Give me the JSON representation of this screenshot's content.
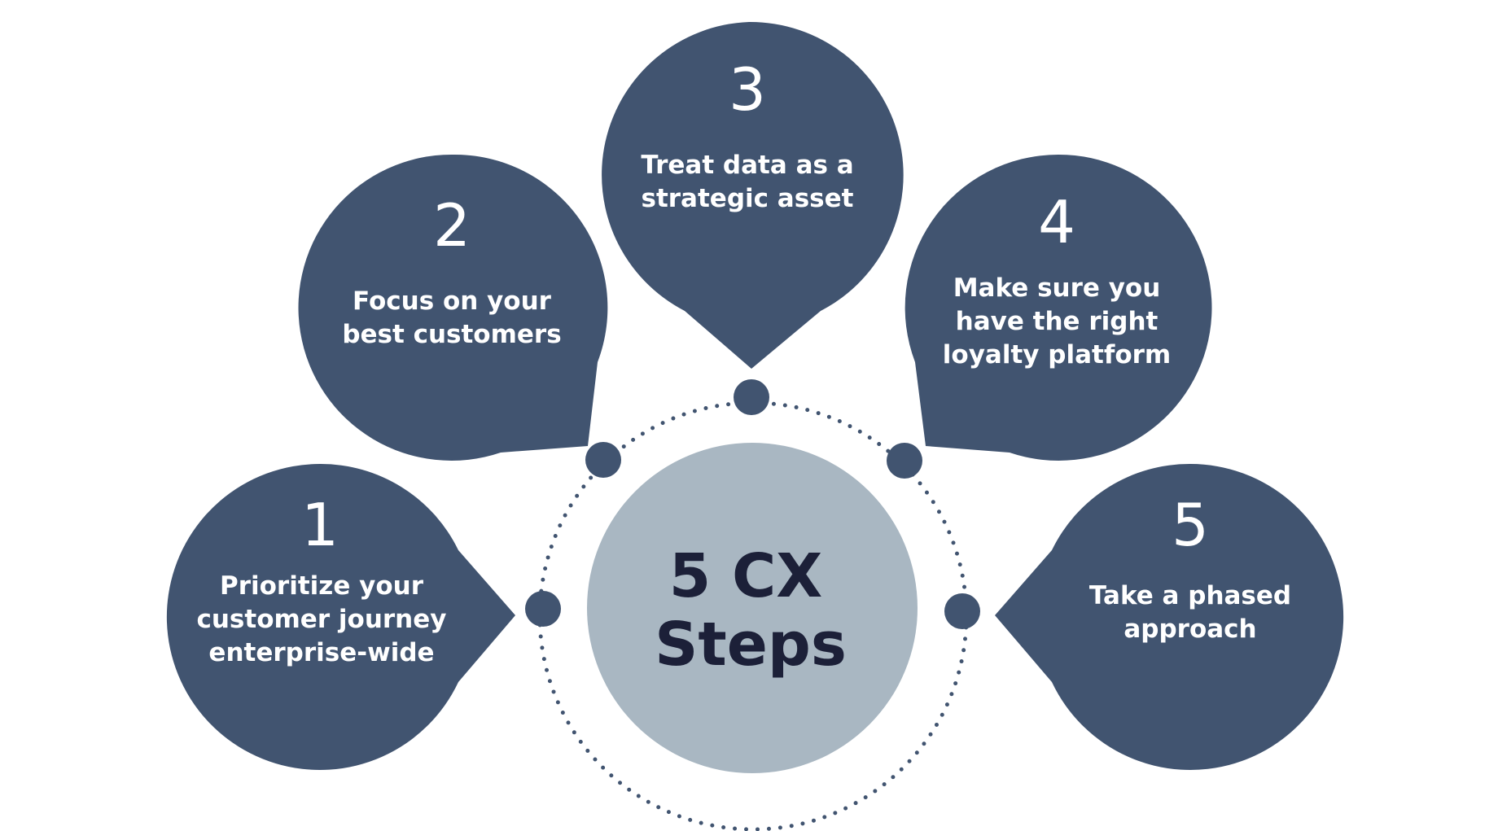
{
  "title_lines": [
    "5 CX",
    "Steps"
  ],
  "colors": {
    "bubble": "#415470",
    "center": "#a9b7c2",
    "title_text": "#1c2038",
    "step_text": "#ffffff",
    "connector": "#415470"
  },
  "steps": [
    {
      "number": "1",
      "lines": [
        "Prioritize your",
        "customer journey",
        "enterprise-wide"
      ]
    },
    {
      "number": "2",
      "lines": [
        "Focus on your",
        "best customers"
      ]
    },
    {
      "number": "3",
      "lines": [
        "Treat data as a",
        "strategic asset"
      ]
    },
    {
      "number": "4",
      "lines": [
        "Make sure you",
        "have the right",
        "loyalty platform"
      ]
    },
    {
      "number": "5",
      "lines": [
        "Take a phased",
        "approach"
      ]
    }
  ]
}
